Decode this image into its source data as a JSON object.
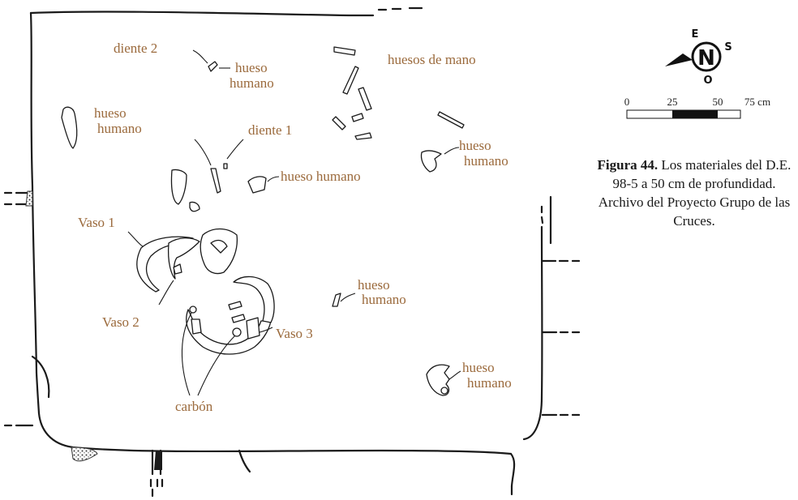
{
  "labels": {
    "diente2": "diente 2",
    "hueso_tl_1": "hueso",
    "hueso_tl_2": "humano",
    "hueso_left_1": "hueso",
    "hueso_left_2": "humano",
    "huesos_mano": "huesos de mano",
    "diente1": "diente 1",
    "hueso_mid": "hueso humano",
    "hueso_right_1": "hueso",
    "hueso_right_2": "humano",
    "vaso1": "Vaso 1",
    "vaso2": "Vaso 2",
    "vaso3": "Vaso 3",
    "hueso_center_1": "hueso",
    "hueso_center_2": "humano",
    "hueso_br_1": "hueso",
    "hueso_br_2": "humano",
    "carbon": "carbón"
  },
  "compass": {
    "e": "E",
    "s": "S",
    "n": "N",
    "o": "O"
  },
  "scale": {
    "t0": "0",
    "t25": "25",
    "t50": "50",
    "t75": "75 cm"
  },
  "caption": {
    "bold": "Figura 44.",
    "text": " Los materiales del D.E. 98-5 a 50 cm de profundidad. Archivo del Proyecto Grupo de las Cruces."
  }
}
